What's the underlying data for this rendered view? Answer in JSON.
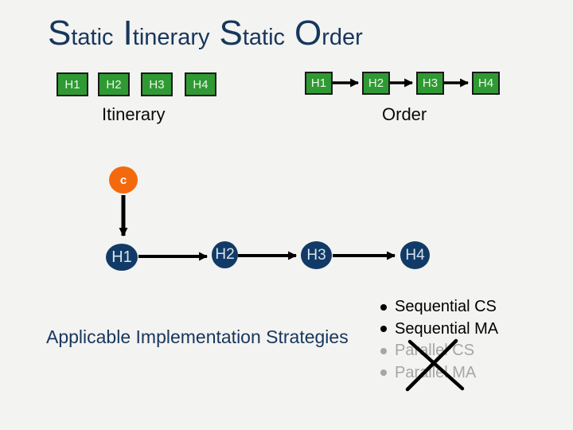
{
  "slide": {
    "title": {
      "words": [
        {
          "cap": "S",
          "rest": "tatic"
        },
        {
          "cap": "I",
          "rest": "tinerary"
        },
        {
          "cap": "S",
          "rest": "tatic"
        },
        {
          "cap": "O",
          "rest": "rder"
        }
      ]
    },
    "itinerary_group": {
      "label": "Itinerary",
      "boxes": [
        "H1",
        "H2",
        "H3",
        "H4"
      ]
    },
    "order_group": {
      "label": "Order",
      "boxes": [
        "H1",
        "H2",
        "H3",
        "H4"
      ]
    },
    "graph": {
      "start_node": "c",
      "nodes": [
        "H1",
        "H2",
        "H3",
        "H4"
      ]
    },
    "strategies": {
      "heading": "Applicable Implementation Strategies",
      "items": [
        {
          "label": "Sequential CS",
          "state": "applicable"
        },
        {
          "label": "Sequential MA",
          "state": "applicable"
        },
        {
          "label": "Parallel CS",
          "state": "crossed-out"
        },
        {
          "label": "Parallel MA",
          "state": "crossed-out"
        }
      ]
    },
    "colors": {
      "background": "#F3F3F1",
      "title_text": "#17365D",
      "box_green": "#2F9A33",
      "node_navy": "#123A66",
      "start_orange": "#F4690D",
      "disabled_gray": "#A6A6A6",
      "arrow_black": "#000000"
    }
  }
}
